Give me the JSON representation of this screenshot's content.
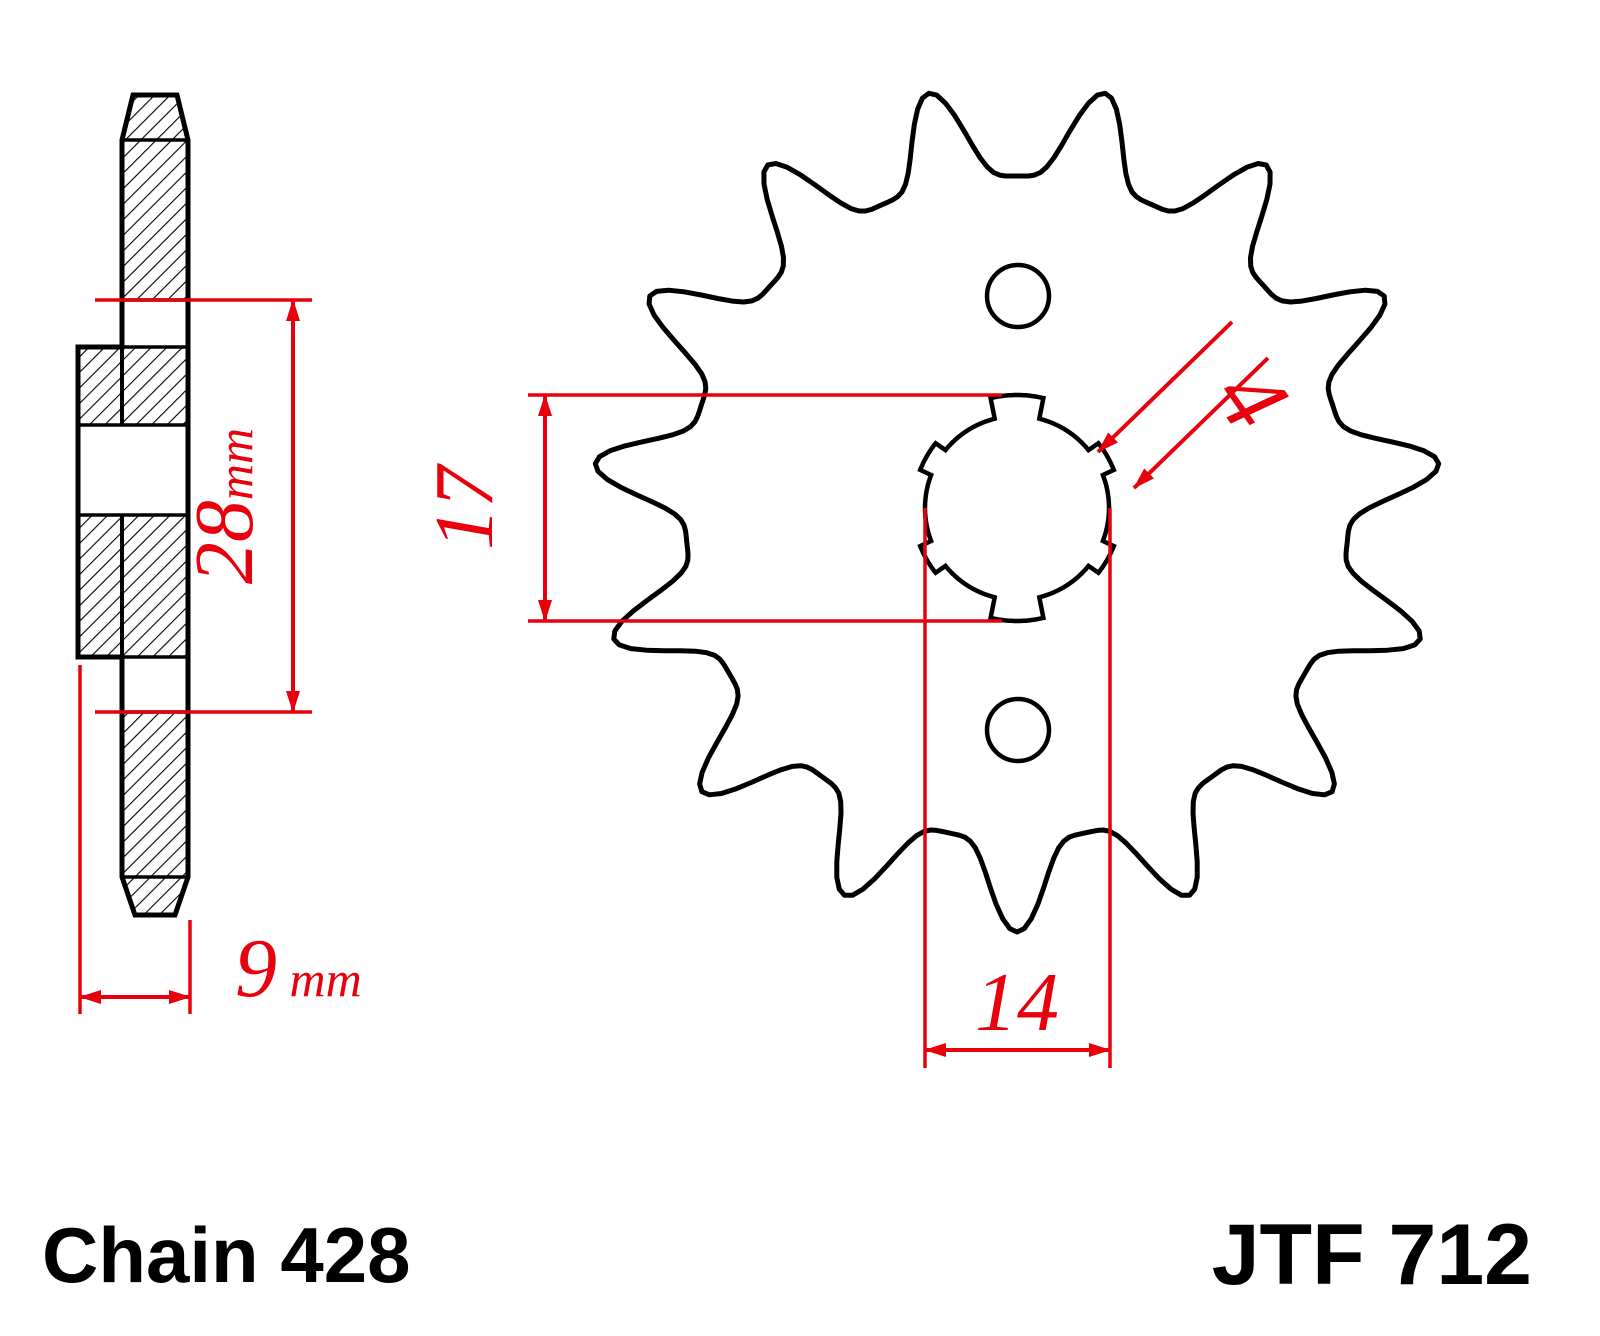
{
  "footer": {
    "chain_label": "Chain 428",
    "part_label": "JTF 712"
  },
  "dimensions": {
    "side_height": {
      "value": "28",
      "unit": "mm"
    },
    "side_offset": {
      "value": "9",
      "unit": "mm"
    },
    "bore_height": {
      "value": "17"
    },
    "bore_width": {
      "value": "14"
    },
    "keyway_width": {
      "value": "4"
    }
  },
  "colors": {
    "dimension_red": "#e8000d",
    "drawing_black": "#000000",
    "background": "#ffffff"
  },
  "drawing": {
    "teeth": 15,
    "bolt_holes": 2,
    "views": [
      "side-section",
      "front"
    ]
  }
}
